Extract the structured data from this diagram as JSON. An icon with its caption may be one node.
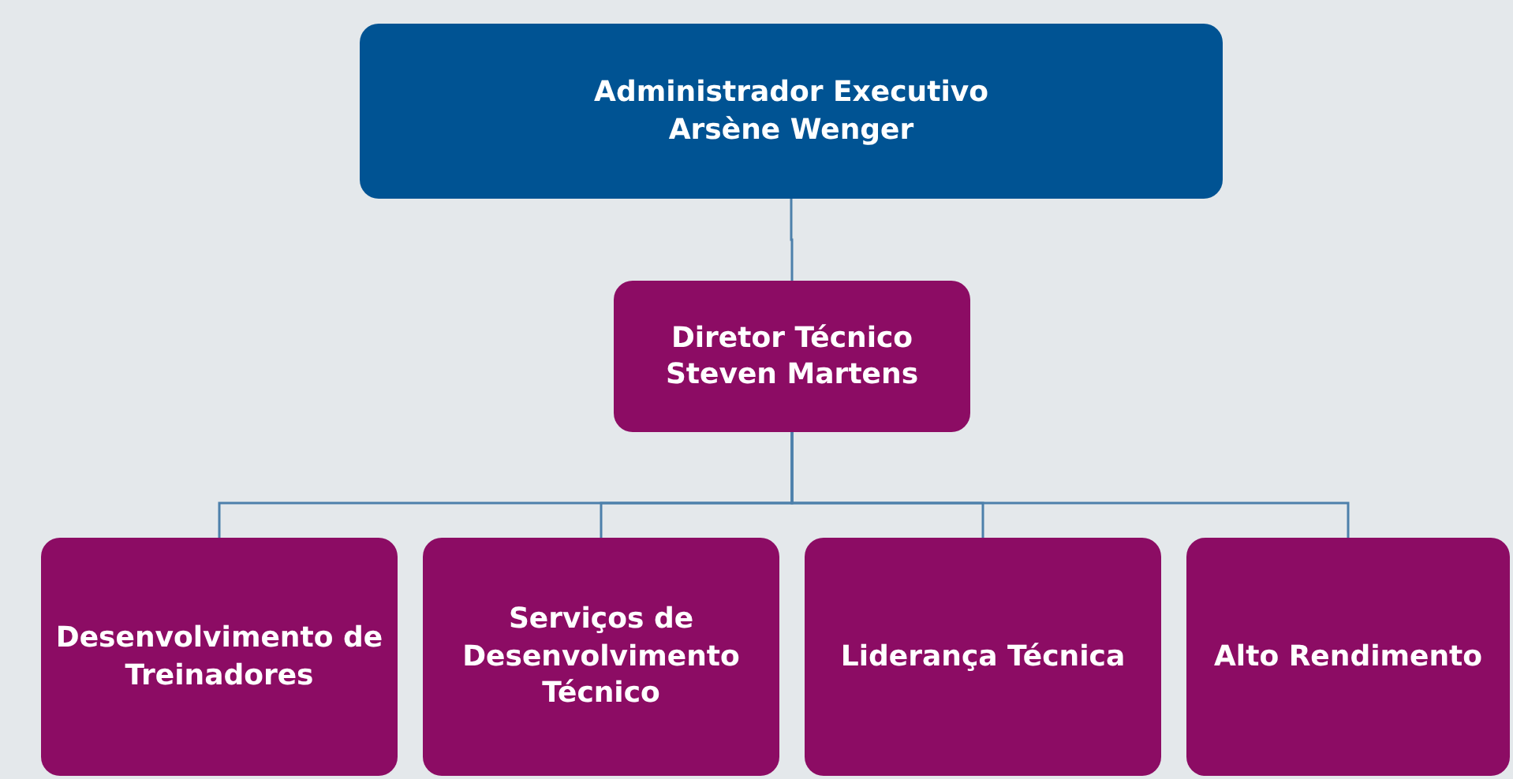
{
  "diagram": {
    "nodes": [
      {
        "text": [
          "Administrador Executivo",
          "Arsène Wenger"
        ]
      },
      {
        "text": [
          "Diretor Técnico",
          "Steven Martens"
        ]
      },
      {
        "text": [
          "Desenvolvimento de Treinadores"
        ]
      },
      {
        "text": [
          "Serviços de Desenvolvimento Técnico"
        ]
      },
      {
        "text": [
          "Liderança Técnica"
        ]
      },
      {
        "text": [
          "Alto Rendimento"
        ]
      }
    ],
    "edges": [
      {
        "from": 0,
        "to": 1,
        "arrow": "none"
      },
      {
        "from": 1,
        "to": 2,
        "arrow": "none"
      },
      {
        "from": 1,
        "to": 3,
        "arrow": "none"
      },
      {
        "from": 1,
        "to": 4,
        "arrow": "none"
      },
      {
        "from": 1,
        "to": 5,
        "arrow": "none"
      }
    ]
  }
}
